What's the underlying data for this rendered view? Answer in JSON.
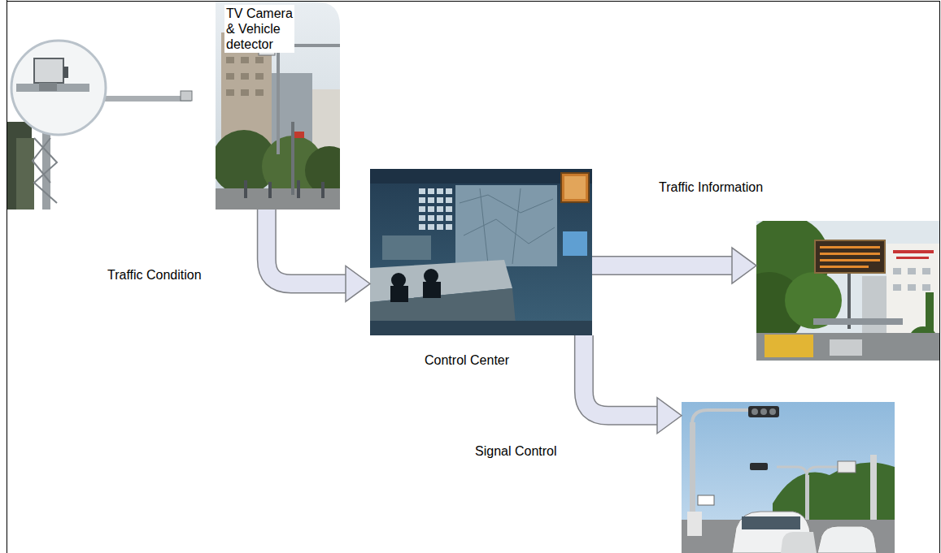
{
  "diagram": {
    "nodes": [
      {
        "text": [
          "TV Camera & Vehicle detector"
        ]
      },
      {
        "text": [
          "Control Center"
        ]
      },
      {
        "text": [
          "Traffic Information"
        ]
      },
      {
        "text": [
          "Signal Control"
        ]
      }
    ],
    "edges": [
      {
        "from": 0,
        "to": 1,
        "arrow": "to",
        "label": "Traffic Condition"
      },
      {
        "from": 1,
        "to": 2,
        "arrow": "to"
      },
      {
        "from": 1,
        "to": 3,
        "arrow": "to"
      }
    ]
  }
}
